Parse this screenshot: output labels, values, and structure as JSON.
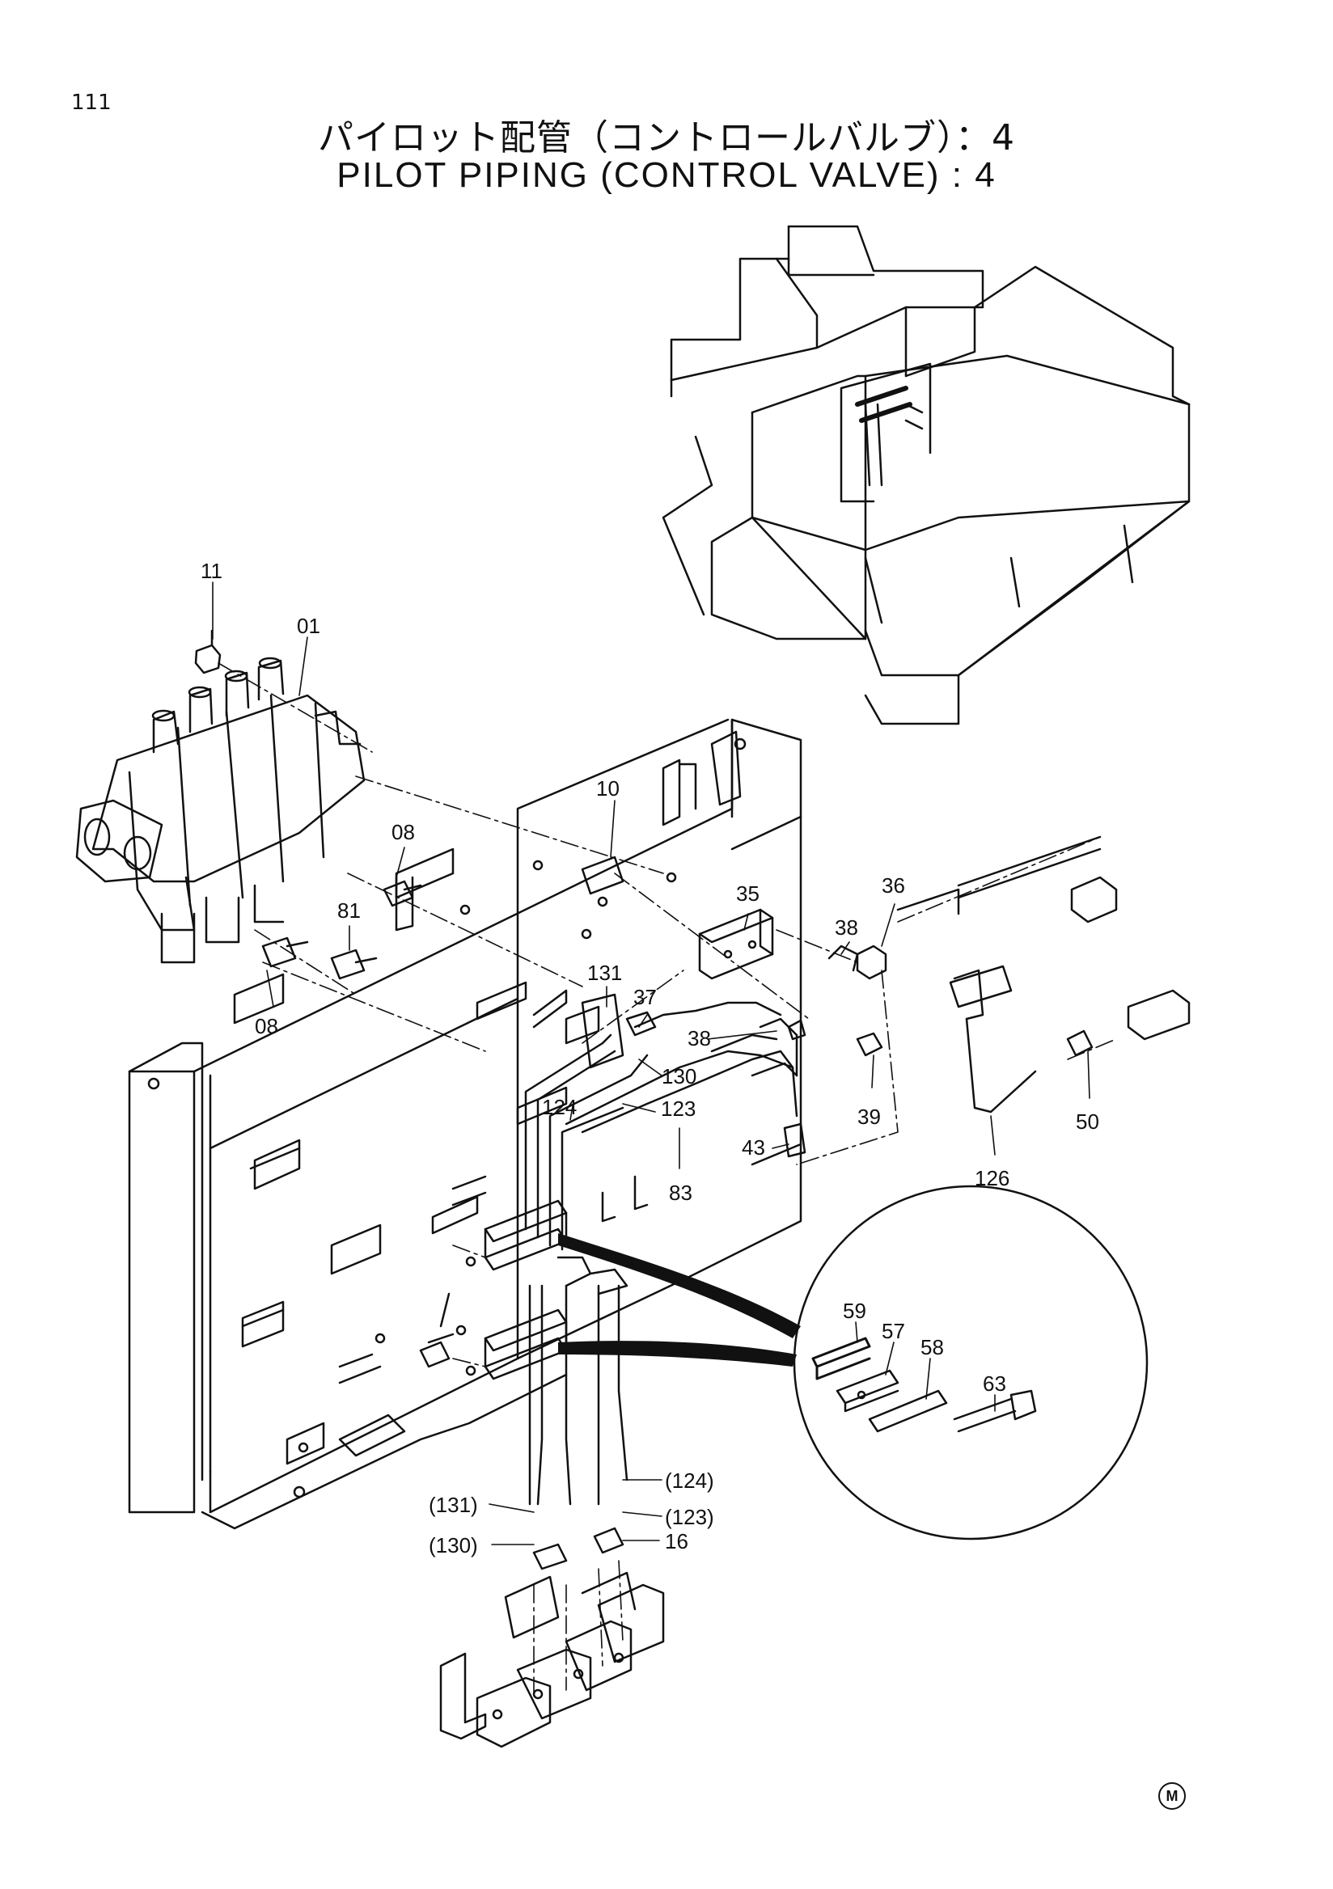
{
  "page_number": "111",
  "title_jp": "パイロット配管（コントロールバルブ）：4",
  "title_en": "PILOT PIPING (CONTROL VALVE) : 4",
  "mark": "M",
  "labels": {
    "p11": "11",
    "p01": "01",
    "p10": "10",
    "p08a": "08",
    "p81": "81",
    "p08b": "08",
    "p36": "36",
    "p35": "35",
    "p38a": "38",
    "p37": "37",
    "p131": "131",
    "p38b": "38",
    "p130": "130",
    "p124": "124",
    "p123": "123",
    "p39": "39",
    "p43": "43",
    "p83": "83",
    "p50": "50",
    "p126": "126",
    "p59": "59",
    "p57": "57",
    "p58": "58",
    "p63": "63",
    "p124r": "(124)",
    "p131r": "(131)",
    "p123r": "(123)",
    "p130r": "(130)",
    "p16": "16"
  }
}
